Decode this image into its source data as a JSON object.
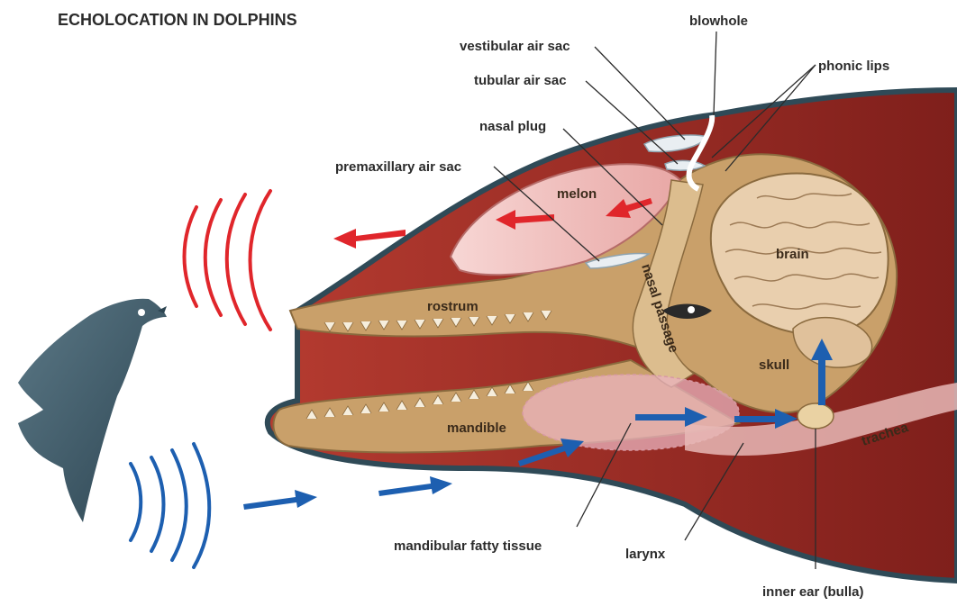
{
  "title": "ECHOLOCATION IN DOLPHINS",
  "labels": {
    "blowhole": "blowhole",
    "vestibular_air_sac": "vestibular air sac",
    "phonic_lips": "phonic lips",
    "tubular_air_sac": "tubular air sac",
    "nasal_plug": "nasal plug",
    "premaxillary_air_sac": "premaxillary air sac",
    "melon": "melon",
    "brain": "brain",
    "rostrum": "rostrum",
    "nasal_passage": "nasal passage",
    "skull": "skull",
    "mandible": "mandible",
    "trachea": "trachea",
    "mandibular_fatty_tissue": "mandibular fatty tissue",
    "larynx": "larynx",
    "inner_ear": "inner ear (bulla)"
  },
  "colors": {
    "outgoing_sound": "#e0262b",
    "incoming_sound": "#1d5fb0",
    "body_red": "#9b2a24",
    "bone_tan": "#c9a06a",
    "melon_pink": "#f4c6c4",
    "fish": "#3f5a68",
    "outline": "#2f4a57"
  }
}
